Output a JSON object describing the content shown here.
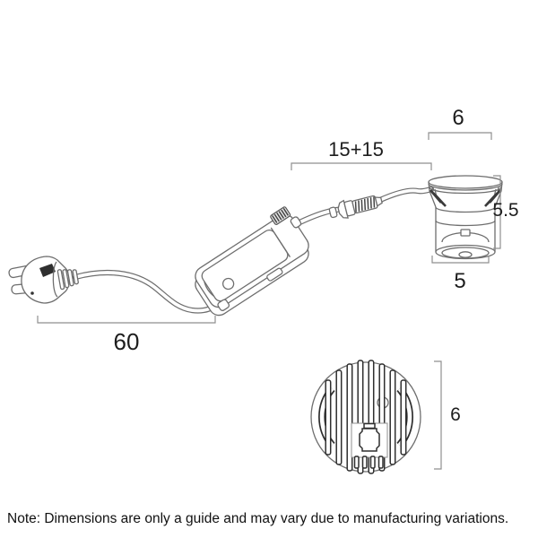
{
  "dimension_labels": {
    "cord": "60",
    "driver_leads": "15+15",
    "fitting_top": "6",
    "fitting_height": "5.5",
    "fitting_face": "5",
    "heatsink": "6"
  },
  "note": "Note: Dimensions are only a guide and may vary due to manufacturing variations.",
  "colors": {
    "background": "#ffffff",
    "outline": "#6e6e6e",
    "detail_dark": "#2e2e2e",
    "dimension_line": "#8f8f8f",
    "text": "#1d1d1d"
  }
}
